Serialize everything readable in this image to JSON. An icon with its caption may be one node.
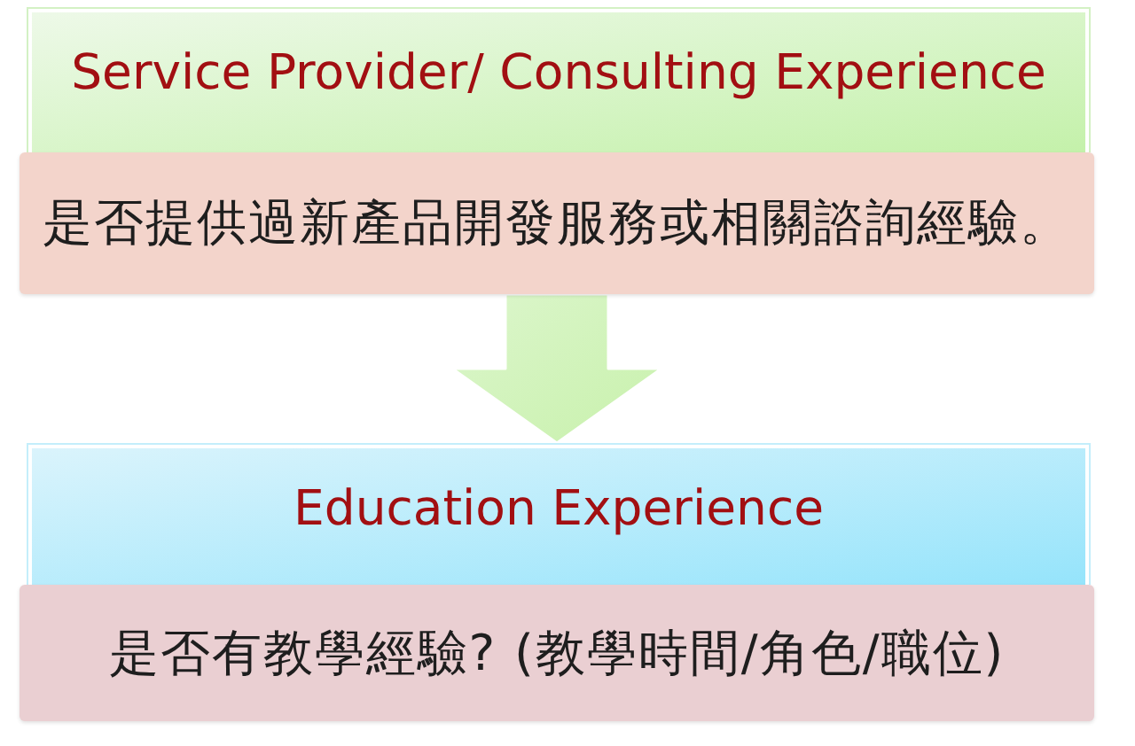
{
  "diagram": {
    "nodes": [
      {
        "text": [
          "Service Provider/ Consulting Experience"
        ]
      },
      {
        "text": [
          "是否提供過新產品開發服務或相關諮詢經驗。"
        ]
      },
      {
        "text": [
          "Education Experience"
        ]
      },
      {
        "text": [
          "是否有教學經驗? (教學時間/角色/職位)"
        ]
      }
    ],
    "edges": [
      {
        "from": 1,
        "to": 2,
        "arrow": "to"
      }
    ]
  }
}
